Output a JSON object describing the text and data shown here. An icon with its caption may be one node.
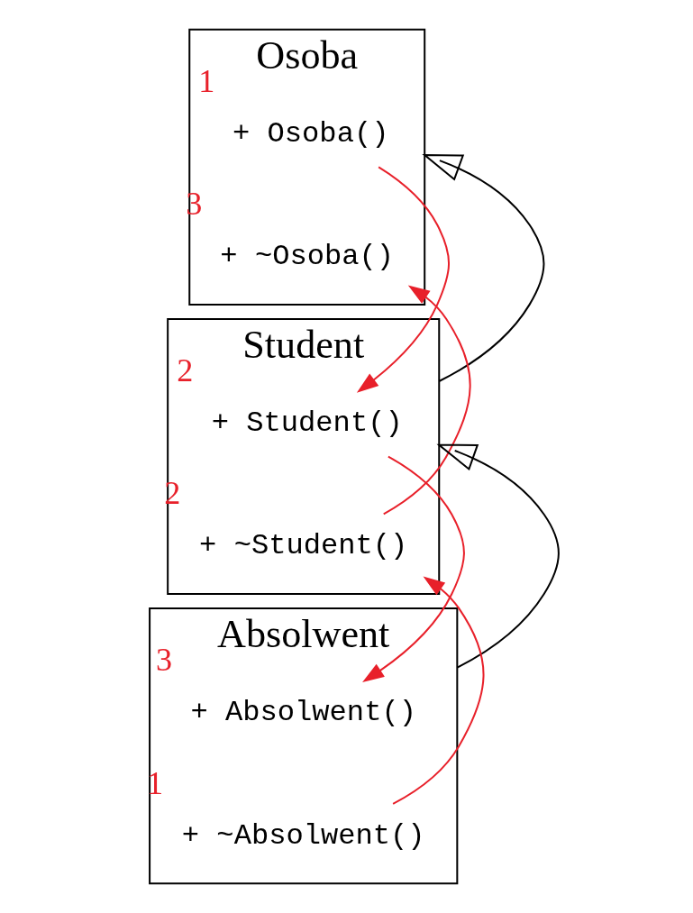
{
  "diagram": {
    "nodes": [
      {
        "text": [
          "Osoba"
        ]
      },
      {
        "text": [
          "+ Osoba()"
        ],
        "in": 0,
        "beside": [
          "1"
        ]
      },
      {
        "text": [
          "+ ~Osoba()"
        ],
        "in": 0,
        "beside": [
          "3"
        ]
      },
      {
        "text": [
          "Student"
        ]
      },
      {
        "text": [
          "+ Student()"
        ],
        "in": 3,
        "beside": [
          "2"
        ]
      },
      {
        "text": [
          "+ ~Student()"
        ],
        "in": 3,
        "beside": [
          "2"
        ]
      },
      {
        "text": [
          "Absolwent"
        ]
      },
      {
        "text": [
          "+ Absolwent()"
        ],
        "in": 6,
        "beside": [
          "3"
        ]
      },
      {
        "text": [
          "+ ~Absolwent()"
        ],
        "in": 6,
        "beside": [
          "1"
        ]
      }
    ],
    "edges": [
      {
        "from": 3,
        "to": 0,
        "arrow": "to",
        "color": "#000000"
      },
      {
        "from": 6,
        "to": 3,
        "arrow": "to",
        "color": "#000000"
      },
      {
        "from": 1,
        "to": 4,
        "arrow": "to"
      },
      {
        "from": 4,
        "to": 7,
        "arrow": "to"
      },
      {
        "from": 8,
        "to": 5,
        "arrow": "to"
      },
      {
        "from": 5,
        "to": 2,
        "arrow": "to"
      }
    ]
  }
}
